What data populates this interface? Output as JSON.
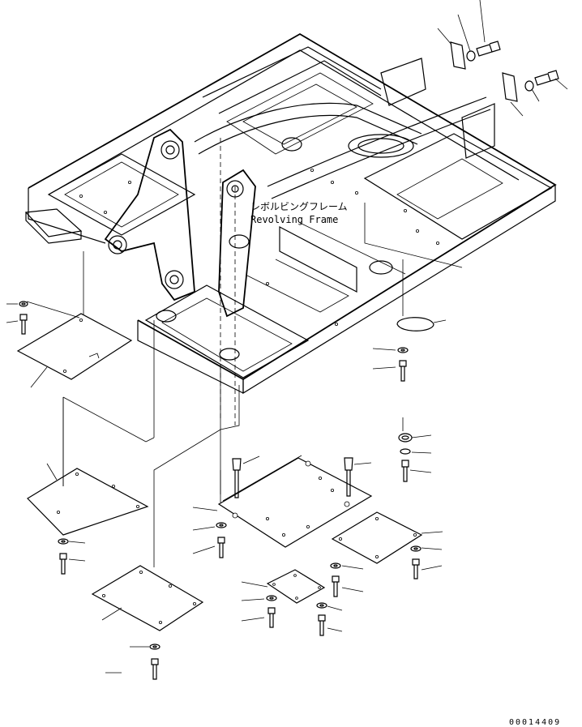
{
  "diagram": {
    "label_jp": "レボルビングフレーム",
    "label_en": "Revolving Frame",
    "drawing_code": "00014409"
  }
}
